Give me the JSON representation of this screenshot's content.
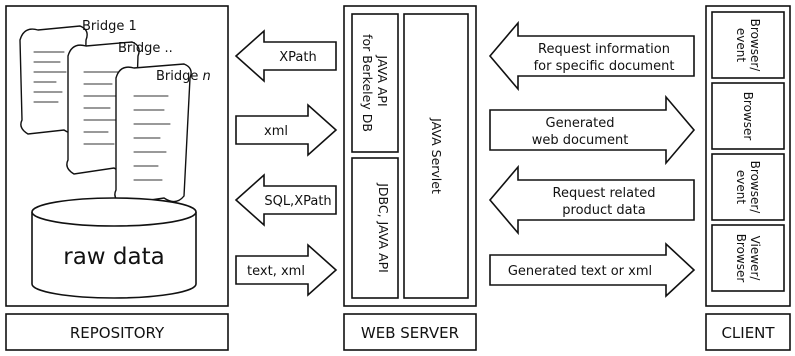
{
  "repository": {
    "bridges": [
      "Bridge 1",
      "Bridge ..",
      "Bridge n"
    ],
    "database_label": "raw data",
    "footer": "REPOSITORY"
  },
  "web_server": {
    "api_top": [
      "JAVA API",
      "for Berkeley DB"
    ],
    "api_bottom": "JDBC, JAVA API",
    "servlet": "JAVA Servlet",
    "footer": "WEB SERVER"
  },
  "client": {
    "panels": [
      [
        "Browser/",
        "event"
      ],
      [
        "Browser"
      ],
      [
        "Browser/",
        "event"
      ],
      [
        "Viewer/",
        "Browser"
      ]
    ],
    "footer": "CLIENT"
  },
  "left_arrows": [
    {
      "direction": "left",
      "label": "XPath"
    },
    {
      "direction": "right",
      "label": "xml"
    },
    {
      "direction": "left",
      "label": "SQL,XPath"
    },
    {
      "direction": "right",
      "label": "text, xml"
    }
  ],
  "right_arrows": [
    {
      "direction": "left",
      "lines": [
        "Request information",
        "for specific document"
      ]
    },
    {
      "direction": "right",
      "lines": [
        "Generated",
        "web document"
      ]
    },
    {
      "direction": "left",
      "lines": [
        "Request related",
        "product data"
      ]
    },
    {
      "direction": "right",
      "lines": [
        "Generated text or xml"
      ]
    }
  ]
}
